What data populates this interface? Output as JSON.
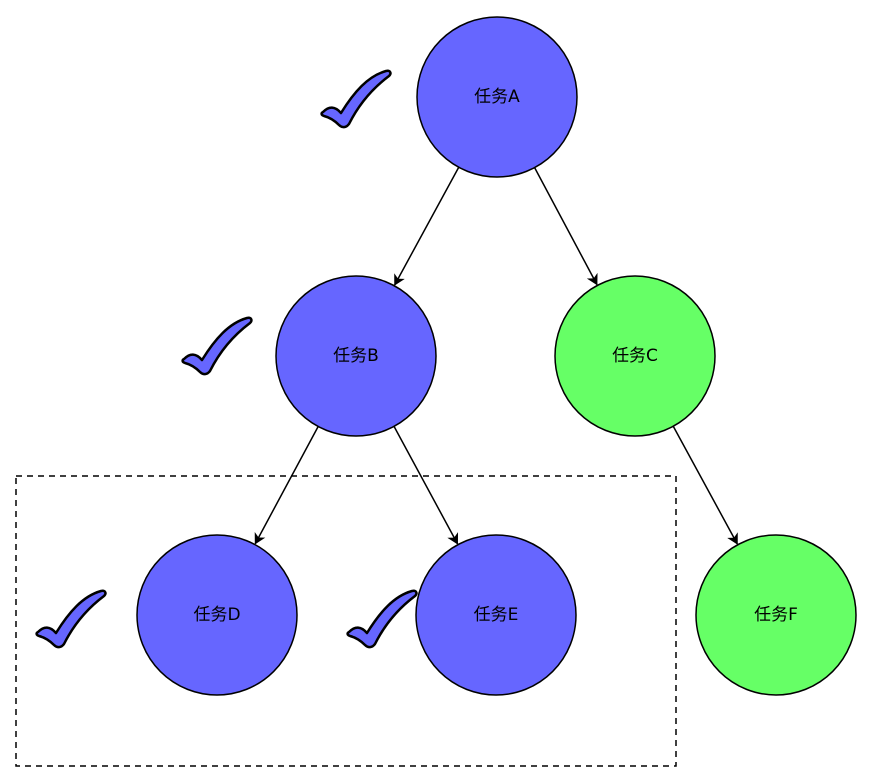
{
  "colors": {
    "done": "#6666ff",
    "pending": "#66ff66",
    "stroke": "#000000",
    "check": "#6666ff"
  },
  "nodes": {
    "a": {
      "label": "任务A",
      "status": "done",
      "checked": true
    },
    "b": {
      "label": "任务B",
      "status": "done",
      "checked": true
    },
    "c": {
      "label": "任务C",
      "status": "pending",
      "checked": false
    },
    "d": {
      "label": "任务D",
      "status": "done",
      "checked": true
    },
    "e": {
      "label": "任务E",
      "status": "done",
      "checked": true
    },
    "f": {
      "label": "任务F",
      "status": "pending",
      "checked": false
    }
  },
  "edges": [
    {
      "from": "a",
      "to": "b"
    },
    {
      "from": "a",
      "to": "c"
    },
    {
      "from": "b",
      "to": "d"
    },
    {
      "from": "b",
      "to": "e"
    },
    {
      "from": "c",
      "to": "f"
    }
  ],
  "groups": [
    {
      "members": [
        "d",
        "e"
      ],
      "style": "dashed"
    }
  ],
  "icons": {
    "check": "checkmark-icon"
  }
}
